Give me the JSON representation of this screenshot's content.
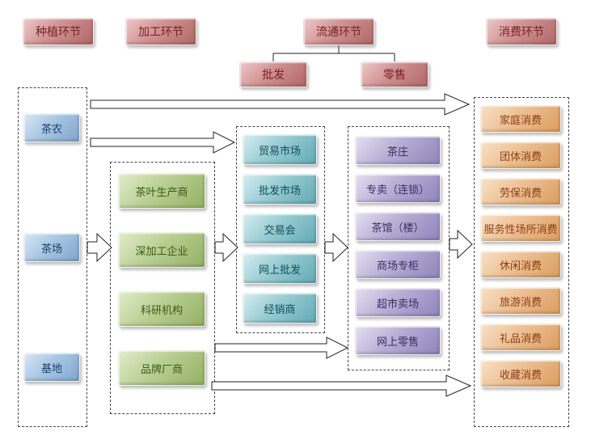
{
  "stages": {
    "planting": "种植环节",
    "processing": "加工环节",
    "circulation": "流通环节",
    "wholesale": "批发",
    "retail": "零售",
    "consumption": "消费环节"
  },
  "planting_entities": [
    "茶农",
    "茶场",
    "基地"
  ],
  "processing_entities": [
    "茶叶生产商",
    "深加工企业",
    "科研机构",
    "品牌厂商"
  ],
  "wholesale_channels": [
    "贸易市场",
    "批发市场",
    "交易会",
    "网上批发",
    "经销商"
  ],
  "retail_channels": [
    "茶庄",
    "专卖（连锁）",
    "茶馆（楼）",
    "商场专柜",
    "超市卖场",
    "网上零售"
  ],
  "consumption_types": [
    "家庭消费",
    "团体消费",
    "劳保消费",
    "服务性场所消费",
    "休闲消费",
    "旅游消费",
    "礼品消费",
    "收藏消费"
  ],
  "colors": {
    "stage_box": "#cf9191",
    "planting_box": "#a8c6e2",
    "processing_box": "#b9cf93",
    "wholesale_box": "#97cbd2",
    "retail_box": "#b6aed4",
    "consumption_box": "#ecbf92",
    "stage_text": "#7b2026",
    "arrow_fill": "#ffffff",
    "arrow_stroke": "#222222"
  }
}
